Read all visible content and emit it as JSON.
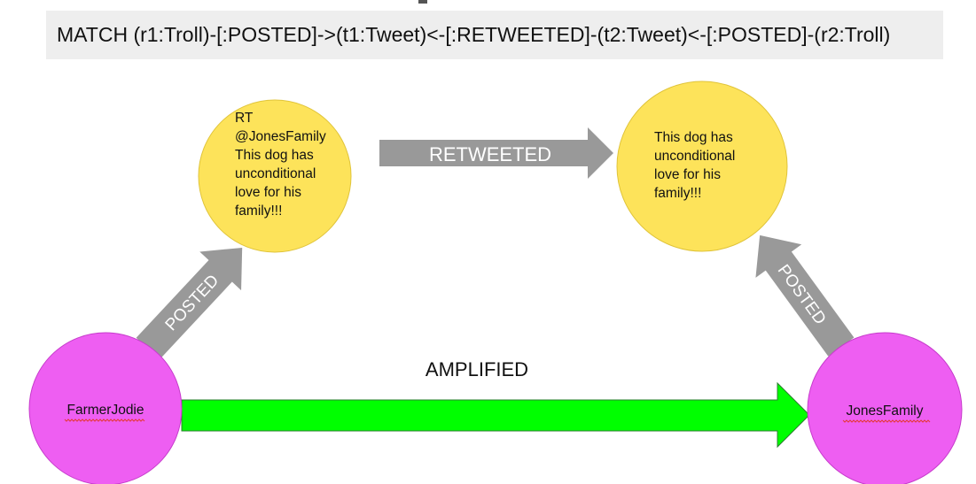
{
  "query": "MATCH (r1:Troll)-[:POSTED]->(t1:Tweet)<-[:RETWEETED]-(t2:Tweet)<-[:POSTED]-(r2:Troll)",
  "nodes": {
    "retweet": {
      "lines": [
        "RT",
        "@JonesFamily",
        "This dog has",
        "unconditional",
        "love for his",
        "family!!!"
      ],
      "color": "#fde35a"
    },
    "original": {
      "lines": [
        "This dog has",
        "unconditional",
        "love for his",
        "family!!!"
      ],
      "color": "#fde35a"
    },
    "farmer": {
      "label": "FarmerJodie",
      "color": "#ee5ef2"
    },
    "jones": {
      "label": "JonesFamily",
      "color": "#ee5ef2"
    }
  },
  "edges": {
    "retweeted": {
      "label": "RETWEETED",
      "color": "#999999"
    },
    "posted_left": {
      "label": "POSTED",
      "color": "#999999"
    },
    "posted_right": {
      "label": "POSTED",
      "color": "#999999"
    },
    "amplified": {
      "label": "AMPLIFIED",
      "color": "#00ff00"
    }
  }
}
